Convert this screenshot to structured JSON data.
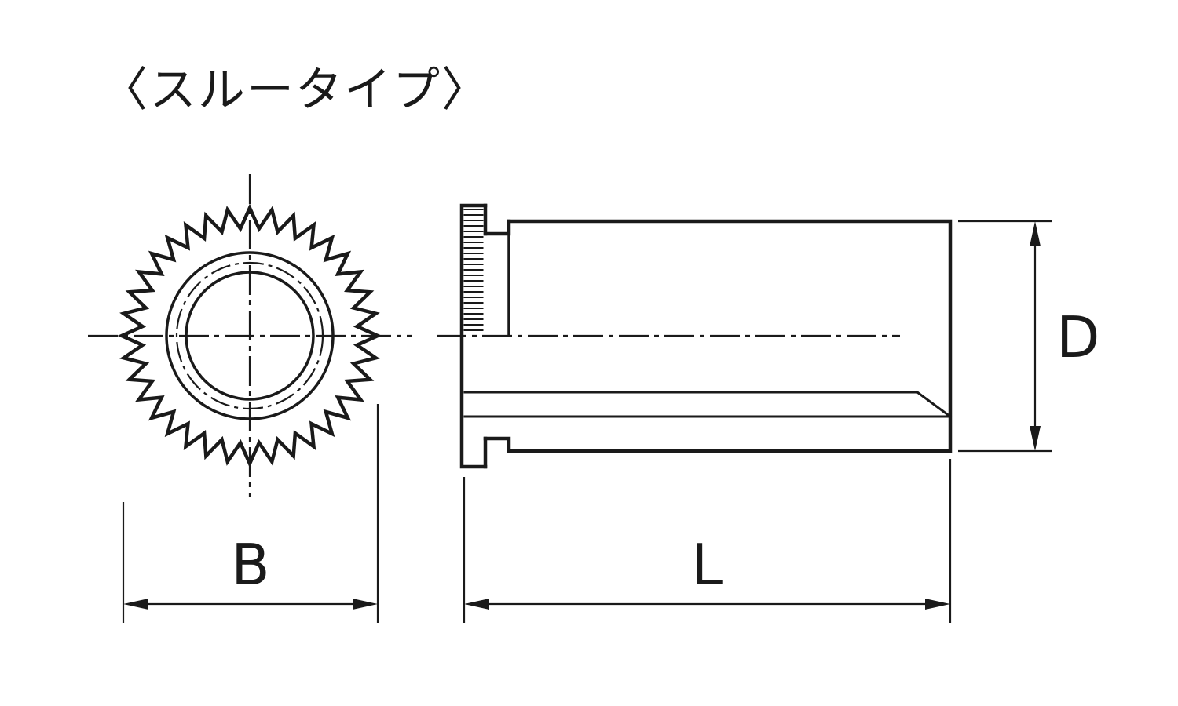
{
  "title": "〈スルータイプ〉",
  "labels": {
    "width": "B",
    "length": "L",
    "diameter": "D"
  },
  "colors": {
    "line": "#1a1a1a",
    "background": "#ffffff"
  }
}
